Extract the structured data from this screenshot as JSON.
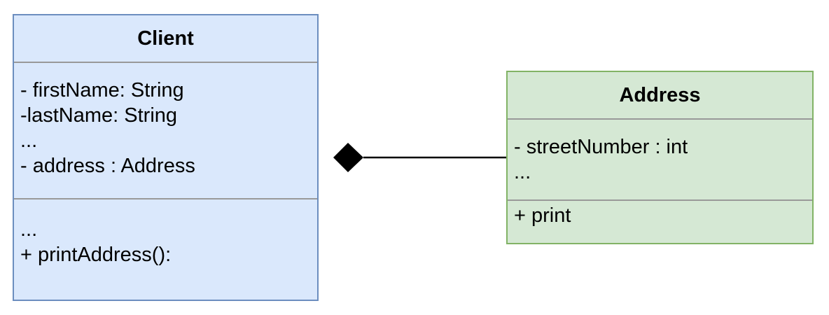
{
  "colors": {
    "client_fill": "#dae8fc",
    "client_border": "#6c8ebf",
    "address_fill": "#d5e8d4",
    "address_border": "#82b366",
    "divider": "#999999",
    "line": "#000000"
  },
  "classes": {
    "client": {
      "name": "Client",
      "attributes": [
        "- firstName: String",
        "-lastName: String",
        "...",
        "- address : Address"
      ],
      "methods": [
        "...",
        "+ printAddress():"
      ]
    },
    "address": {
      "name": "Address",
      "attributes": [
        "- streetNumber : int",
        "..."
      ],
      "methods": [
        "+ print"
      ]
    }
  },
  "relationship": {
    "type": "composition",
    "whole": "Client",
    "part": "Address",
    "end_marker": "filled-diamond"
  }
}
